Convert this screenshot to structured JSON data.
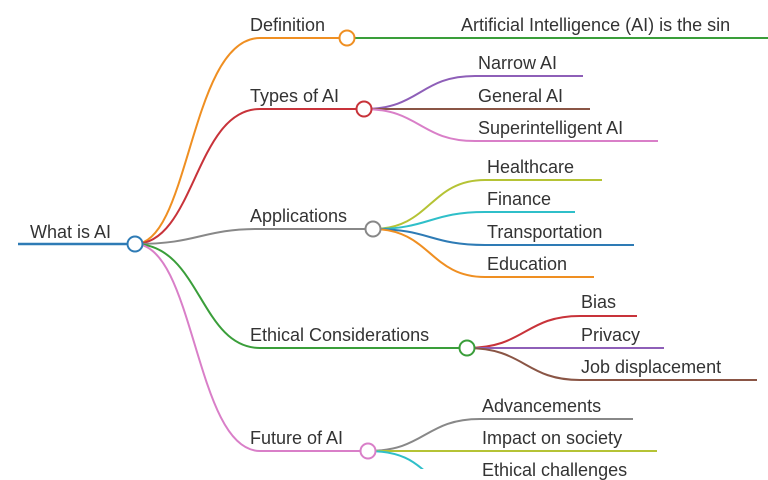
{
  "mindmap": {
    "root": {
      "label": "What is AI",
      "color": "#2e7bb5"
    },
    "branches": [
      {
        "label": "Definition",
        "color": "#ef8f22",
        "children": [
          {
            "label": "Artificial Intelligence (AI) is the sin",
            "color": "#3a9e3a"
          }
        ]
      },
      {
        "label": "Types of AI",
        "color": "#c8333a",
        "children": [
          {
            "label": "Narrow AI",
            "color": "#8e5fb8"
          },
          {
            "label": "General AI",
            "color": "#8a5545"
          },
          {
            "label": "Superintelligent AI",
            "color": "#d97fc8"
          }
        ]
      },
      {
        "label": "Applications",
        "color": "#888888",
        "children": [
          {
            "label": "Healthcare",
            "color": "#b5c335"
          },
          {
            "label": "Finance",
            "color": "#2fbfc9"
          },
          {
            "label": "Transportation",
            "color": "#2e7bb5"
          },
          {
            "label": "Education",
            "color": "#ef8f22"
          }
        ]
      },
      {
        "label": "Ethical Considerations",
        "color": "#3a9e3a",
        "children": [
          {
            "label": "Bias",
            "color": "#c8333a"
          },
          {
            "label": "Privacy",
            "color": "#8e5fb8"
          },
          {
            "label": "Job displacement",
            "color": "#8a5545"
          }
        ]
      },
      {
        "label": "Future of AI",
        "color": "#d97fc8",
        "children": [
          {
            "label": "Advancements",
            "color": "#888888"
          },
          {
            "label": "Impact on society",
            "color": "#b5c335"
          },
          {
            "label": "Ethical challenges",
            "color": "#2fbfc9"
          }
        ]
      }
    ]
  }
}
